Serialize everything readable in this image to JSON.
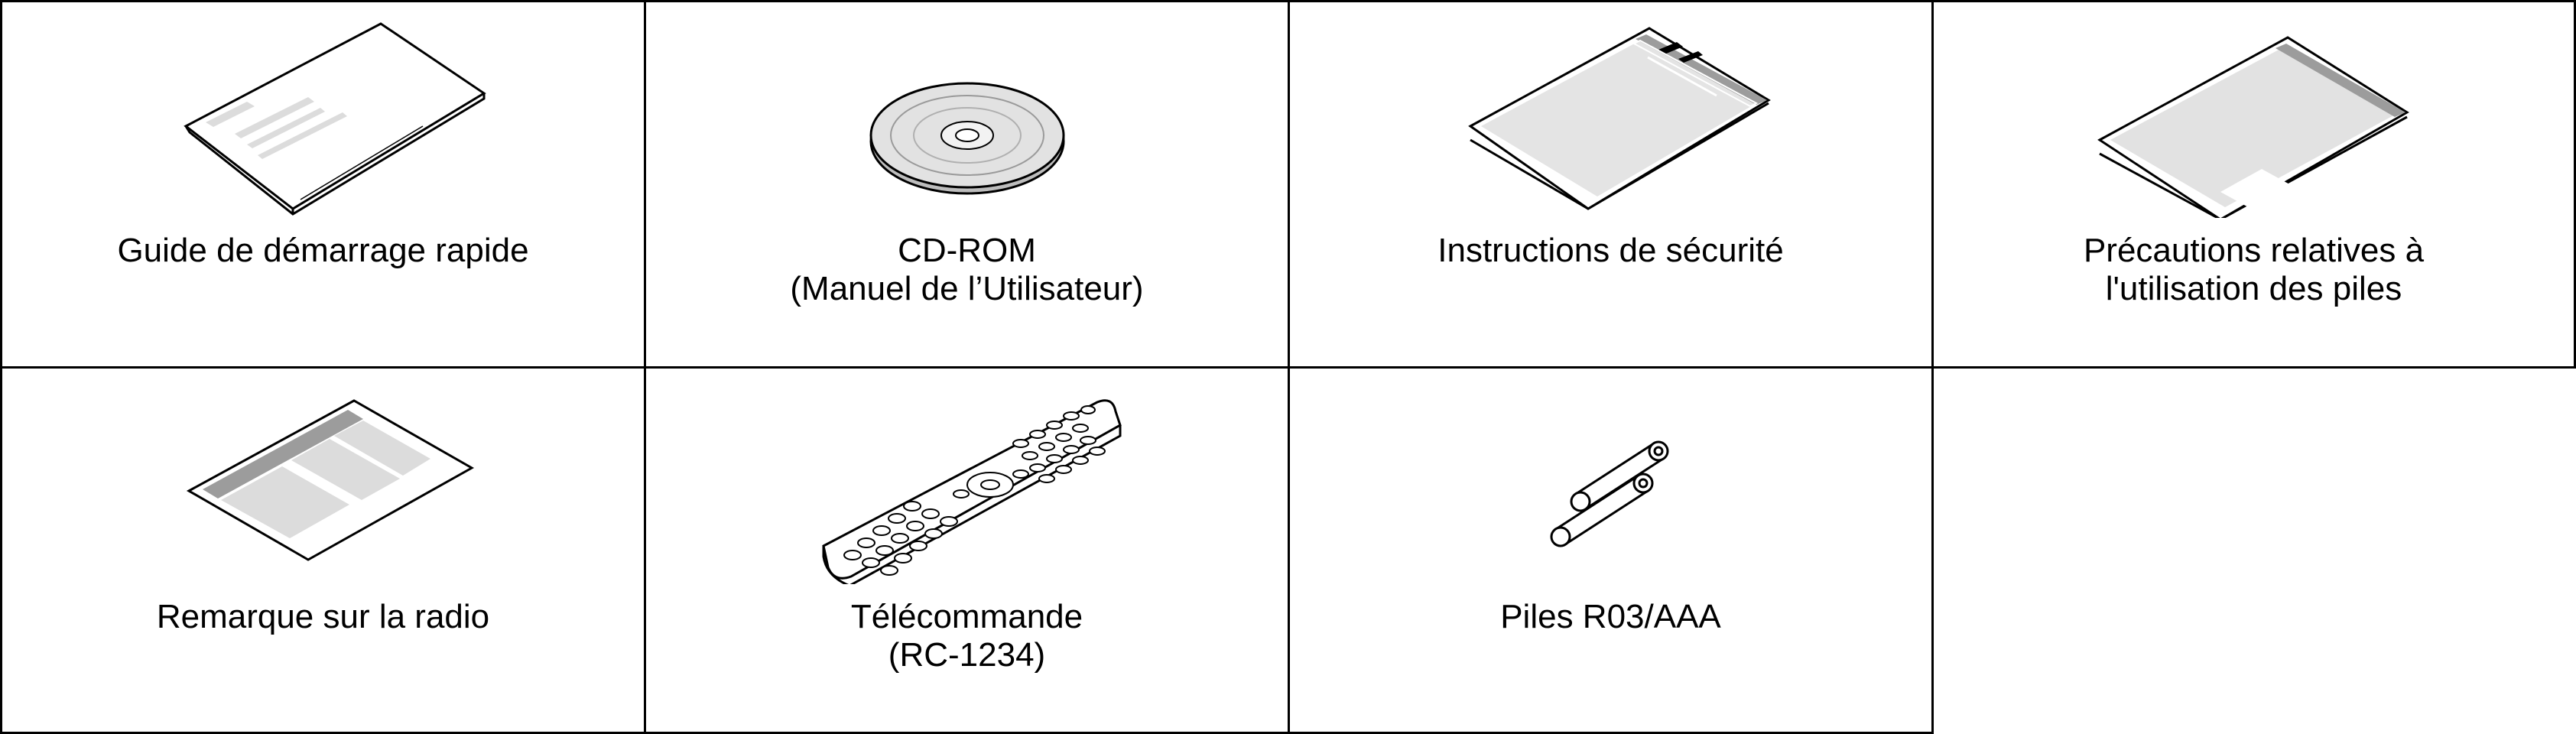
{
  "items": [
    {
      "label": "Guide de démarrage rapide",
      "icon": "quick-start-guide-icon"
    },
    {
      "label": "CD-ROM\n(Manuel de l’Utilisateur)",
      "icon": "cd-rom-icon"
    },
    {
      "label": "Instructions de sécurité",
      "icon": "safety-instructions-icon"
    },
    {
      "label": "Précautions relatives à\nl'utilisation des piles",
      "icon": "battery-precautions-icon"
    },
    {
      "label": "Remarque sur la radio",
      "icon": "radio-notice-icon"
    },
    {
      "label": "Télécommande\n(RC-1234)",
      "icon": "remote-control-icon"
    },
    {
      "label": "Piles R03/AAA",
      "icon": "aaa-batteries-icon"
    }
  ],
  "colors": {
    "line": "#000000",
    "fill_light": "#dcdcdc",
    "background": "#ffffff"
  }
}
